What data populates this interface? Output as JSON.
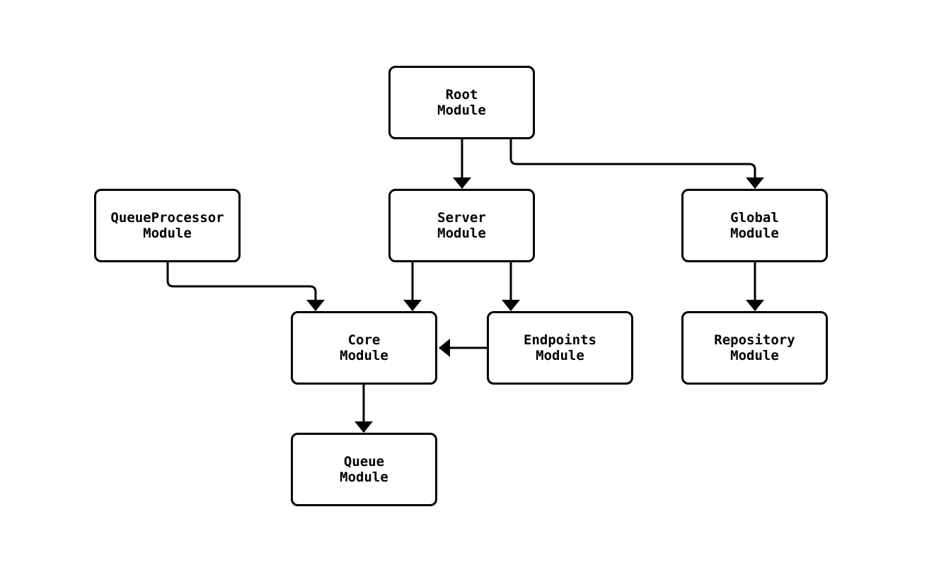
{
  "diagram": {
    "type": "module-dependency-flowchart",
    "background_color": "#ffffff",
    "node_fill_color": "#ffffff",
    "node_border_color": "#000000",
    "edge_color": "#000000",
    "text_color": "#000000",
    "nodes": [
      {
        "id": "root",
        "line1": "Root",
        "line2": "Module"
      },
      {
        "id": "queue_processor",
        "line1": "QueueProcessor",
        "line2": "Module"
      },
      {
        "id": "server",
        "line1": "Server",
        "line2": "Module"
      },
      {
        "id": "global",
        "line1": "Global",
        "line2": "Module"
      },
      {
        "id": "core",
        "line1": "Core",
        "line2": "Module"
      },
      {
        "id": "endpoints",
        "line1": "Endpoints",
        "line2": "Module"
      },
      {
        "id": "repository",
        "line1": "Repository",
        "line2": "Module"
      },
      {
        "id": "queue",
        "line1": "Queue",
        "line2": "Module"
      }
    ],
    "edges": [
      {
        "from": "root",
        "to": "server"
      },
      {
        "from": "root",
        "to": "global"
      },
      {
        "from": "queue_processor",
        "to": "core"
      },
      {
        "from": "server",
        "to": "core"
      },
      {
        "from": "server",
        "to": "endpoints"
      },
      {
        "from": "endpoints",
        "to": "core"
      },
      {
        "from": "global",
        "to": "repository"
      },
      {
        "from": "core",
        "to": "queue"
      }
    ]
  }
}
